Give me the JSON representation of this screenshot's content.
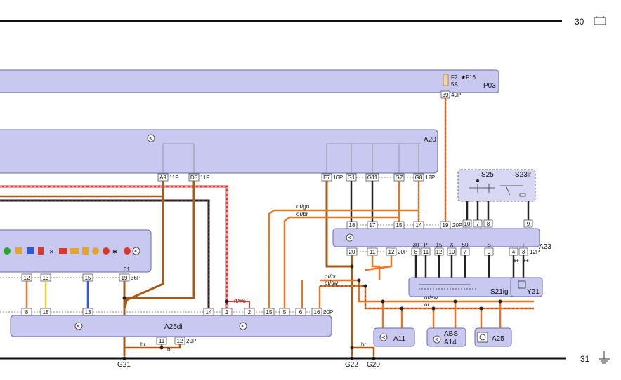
{
  "rails": {
    "top": {
      "number": "30"
    },
    "bottom": {
      "number": "31"
    }
  },
  "fuse": {
    "name": "F2",
    "note": "★F16",
    "rating": "5A"
  },
  "modules": {
    "p03": {
      "name": "P03",
      "pin": "39",
      "connector": "40P"
    },
    "a20": {
      "name": "A20"
    },
    "a23": {
      "name": "A23"
    },
    "a25di": {
      "name": "A25di"
    },
    "s25": {
      "name": "S25"
    },
    "s23ir": {
      "name": "S23ir"
    },
    "s21ig": {
      "name": "S21ig"
    },
    "y21": {
      "name": "Y21"
    },
    "a11": {
      "name": "A11"
    },
    "a14": {
      "name": "A14",
      "label": "ABS"
    },
    "a25": {
      "name": "A25"
    }
  },
  "connectors": {
    "a20_left": [
      {
        "pin": "A9",
        "conn": "11P"
      },
      {
        "pin": "D5",
        "conn": "11P"
      }
    ],
    "a20_right": [
      {
        "pin": "E7",
        "conn": "16P"
      },
      {
        "pin": "G1"
      },
      {
        "pin": "G11"
      },
      {
        "pin": "G7"
      },
      {
        "pin": "G8",
        "conn": "12P"
      }
    ],
    "a23_top": [
      "18",
      "17",
      "15",
      "14",
      "19"
    ],
    "a23_top_conn": "20P",
    "a23_switch_pins": [
      "10",
      "7",
      "8",
      "9"
    ],
    "a23_bottom_left": [
      "20",
      "11",
      "12"
    ],
    "a23_bottom_left_conn": "20P",
    "a23_bottom_right_labels": [
      "30",
      "P",
      "15",
      "X",
      "50",
      "S",
      "-",
      "+"
    ],
    "a23_bottom_right": [
      "8",
      "11",
      "12",
      "10",
      "7",
      "9",
      "4",
      "3"
    ],
    "a23_bottom_right_conn": "12P",
    "cluster_top": [
      "12",
      "13",
      "15",
      "19"
    ],
    "cluster_top_conn": "36P",
    "cluster_pin31": "31",
    "a25di_top": [
      "8",
      "18",
      "13",
      "14",
      "1",
      "2",
      "15",
      "5",
      "6",
      "16"
    ],
    "a25di_top_conn": "20P",
    "a25di_bottom": [
      "11",
      "12"
    ],
    "a25di_bottom_conn": "20P"
  },
  "wires": {
    "or_gn": "or/gn",
    "or_br": "or/br",
    "or_br2": "or/br",
    "or_sw": "or/sw",
    "or_sw2": "or/sw",
    "or": "or",
    "rt_ws": "rt/ws",
    "br1": "br",
    "br2": "br",
    "br3": "br"
  },
  "grounds": {
    "g21": "G21",
    "g22": "G22",
    "g20": "G20"
  },
  "markers": {
    "m1": "**",
    "m2": "**"
  }
}
